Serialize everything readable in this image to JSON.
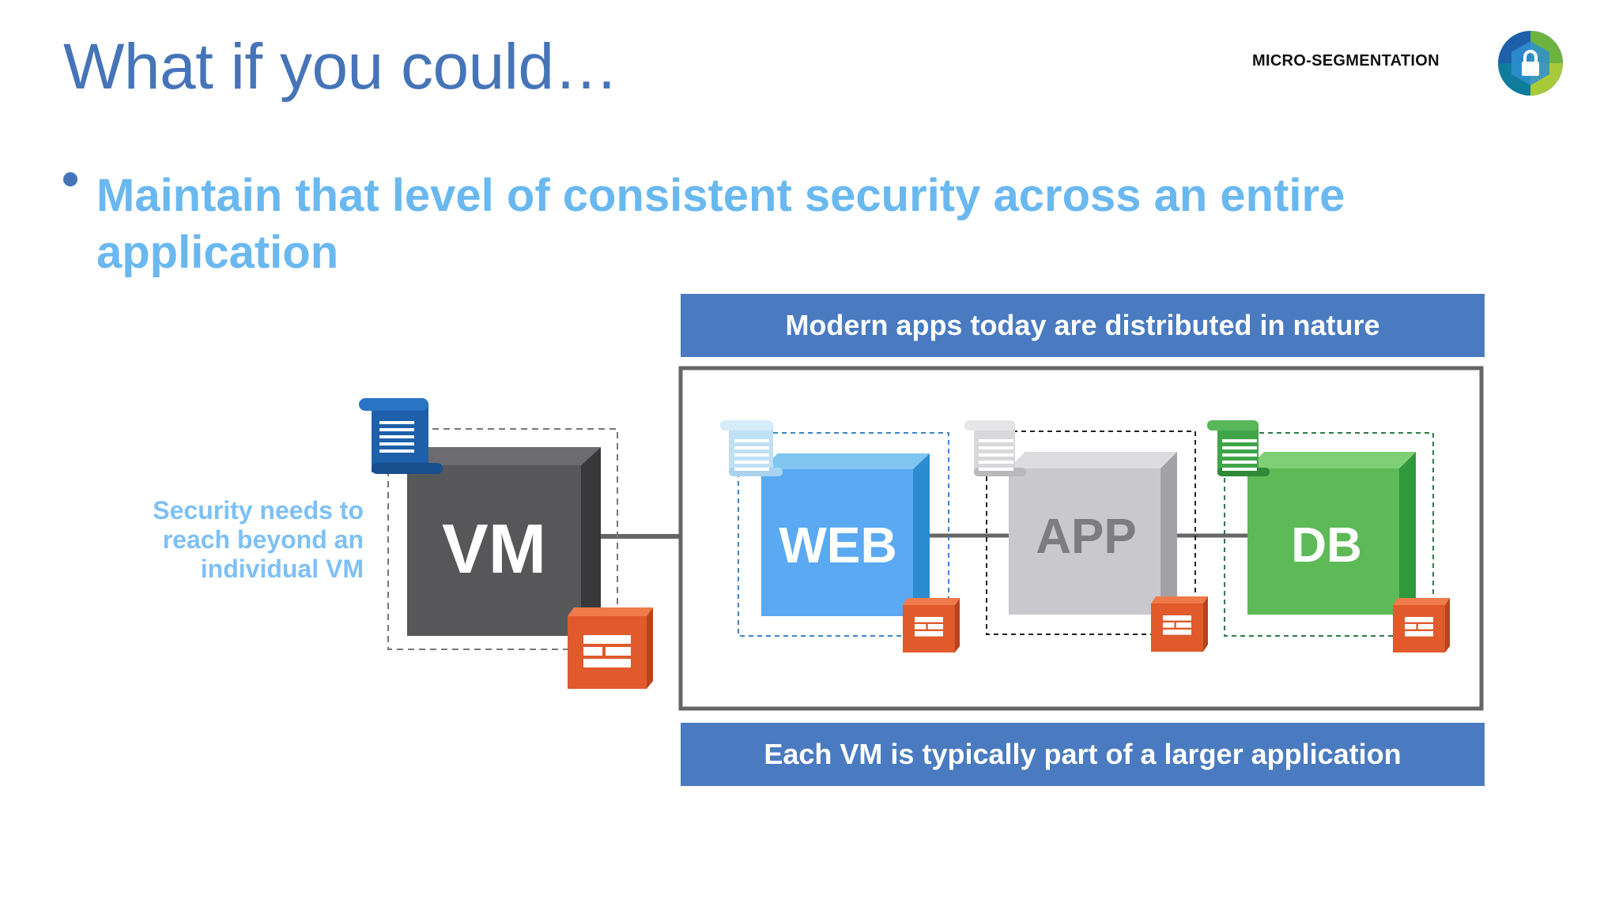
{
  "header": {
    "title": "What if you could…",
    "tag": "MICRO-SEGMENTATION",
    "logo_icon": "lock-shield-logo-icon"
  },
  "bullet": {
    "text": "Maintain that level of consistent security across an entire application",
    "color": "#6ab8f0"
  },
  "diagram": {
    "left_note": "Security needs to reach beyond an individual VM",
    "top_banner": "Modern apps today are distributed in nature",
    "bottom_banner": "Each VM is typically part of a larger application",
    "single_vm": {
      "label": "VM",
      "color": "#57575a",
      "policy_icon": "policy-scroll-icon",
      "firewall_icon": "firewall-brick-icon"
    },
    "tiers": [
      {
        "label": "WEB",
        "color": "#5aa9f2",
        "policy_icon": "policy-scroll-icon",
        "firewall_icon": "firewall-brick-icon"
      },
      {
        "label": "APP",
        "color": "#c9c8cc",
        "policy_icon": "policy-scroll-icon",
        "firewall_icon": "firewall-brick-icon"
      },
      {
        "label": "DB",
        "color": "#5dba56",
        "policy_icon": "policy-scroll-icon",
        "firewall_icon": "firewall-brick-icon"
      }
    ]
  },
  "colors": {
    "accent_blue": "#4a7bc0",
    "firewall": "#e05a2b"
  }
}
